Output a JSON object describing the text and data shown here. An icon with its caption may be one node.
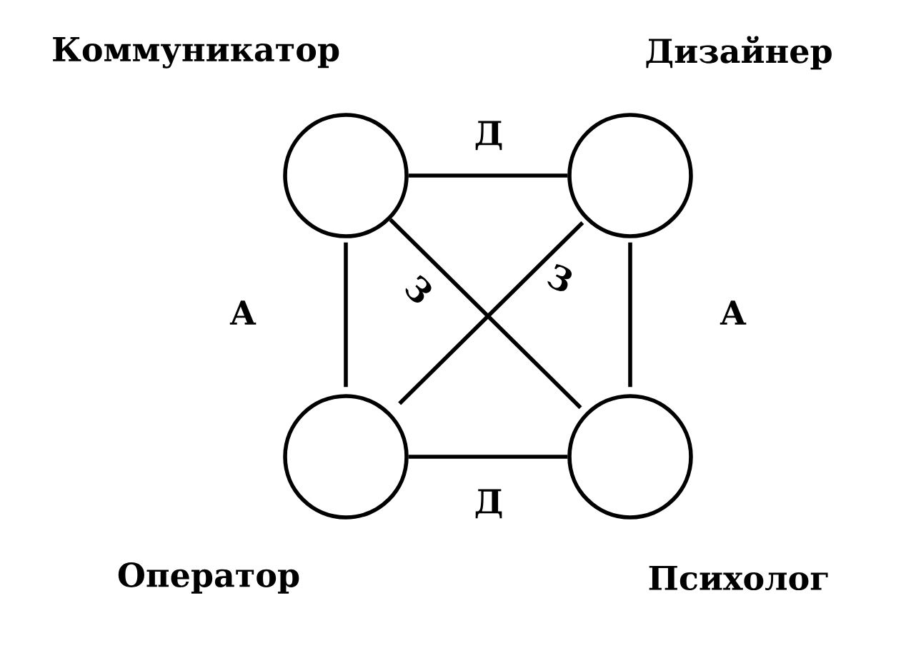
{
  "diagram": {
    "nodes": [
      {
        "text": [],
        "shape": "circle",
        "beside": [
          "Коммуникатор"
        ]
      },
      {
        "text": [],
        "shape": "circle",
        "beside": [
          "Дизайнер"
        ]
      },
      {
        "text": [],
        "shape": "circle",
        "beside": [
          "Оператор"
        ]
      },
      {
        "text": [],
        "shape": "circle",
        "beside": [
          "Психолог"
        ]
      }
    ],
    "edges": [
      {
        "from": 0,
        "to": 1,
        "arrow": "none",
        "label": "Д"
      },
      {
        "from": 2,
        "to": 3,
        "arrow": "none",
        "label": "Д"
      },
      {
        "from": 0,
        "to": 2,
        "arrow": "none",
        "label": "А"
      },
      {
        "from": 1,
        "to": 3,
        "arrow": "none",
        "label": "А"
      },
      {
        "from": 0,
        "to": 3,
        "arrow": "none",
        "label": "З"
      },
      {
        "from": 1,
        "to": 2,
        "arrow": "none",
        "label": "З"
      }
    ]
  }
}
